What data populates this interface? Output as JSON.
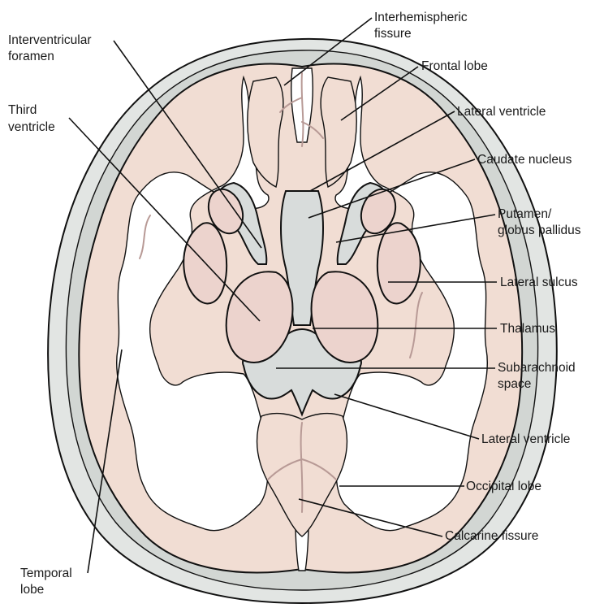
{
  "colors": {
    "skull": "#e2e5e3",
    "skull_inner": "#d2d6d3",
    "cortex": "#f1ddd3",
    "white_matter": "#ffffff",
    "ventricle": "#d8dcdb",
    "nuclei": "#ecd3cd",
    "vessel": "#b89a96",
    "outline": "#111111"
  },
  "labels": {
    "interhemispheric_fissure": [
      "Interhemispheric",
      "fissure"
    ],
    "interventricular_foramen": [
      "Interventricular",
      "foramen"
    ],
    "frontal_lobe": [
      "Frontal lobe"
    ],
    "third_ventricle": [
      "Third",
      "ventricle"
    ],
    "lateral_ventricle_anterior": [
      "Lateral ventricle"
    ],
    "caudate_nucleus": [
      "Caudate nucleus"
    ],
    "putamen_globus_pallidus": [
      "Putamen/",
      "globus pallidus"
    ],
    "lateral_sulcus": [
      "Lateral sulcus"
    ],
    "thalamus": [
      "Thalamus"
    ],
    "subarachnoid_space": [
      "Subarachnoid",
      "space"
    ],
    "lateral_ventricle_posterior": [
      "Lateral ventricle"
    ],
    "occipital_lobe": [
      "Occipital lobe"
    ],
    "calcarine_fissure": [
      "Calcarine fissure"
    ],
    "temporal_lobe": [
      "Temporal",
      "lobe"
    ]
  }
}
